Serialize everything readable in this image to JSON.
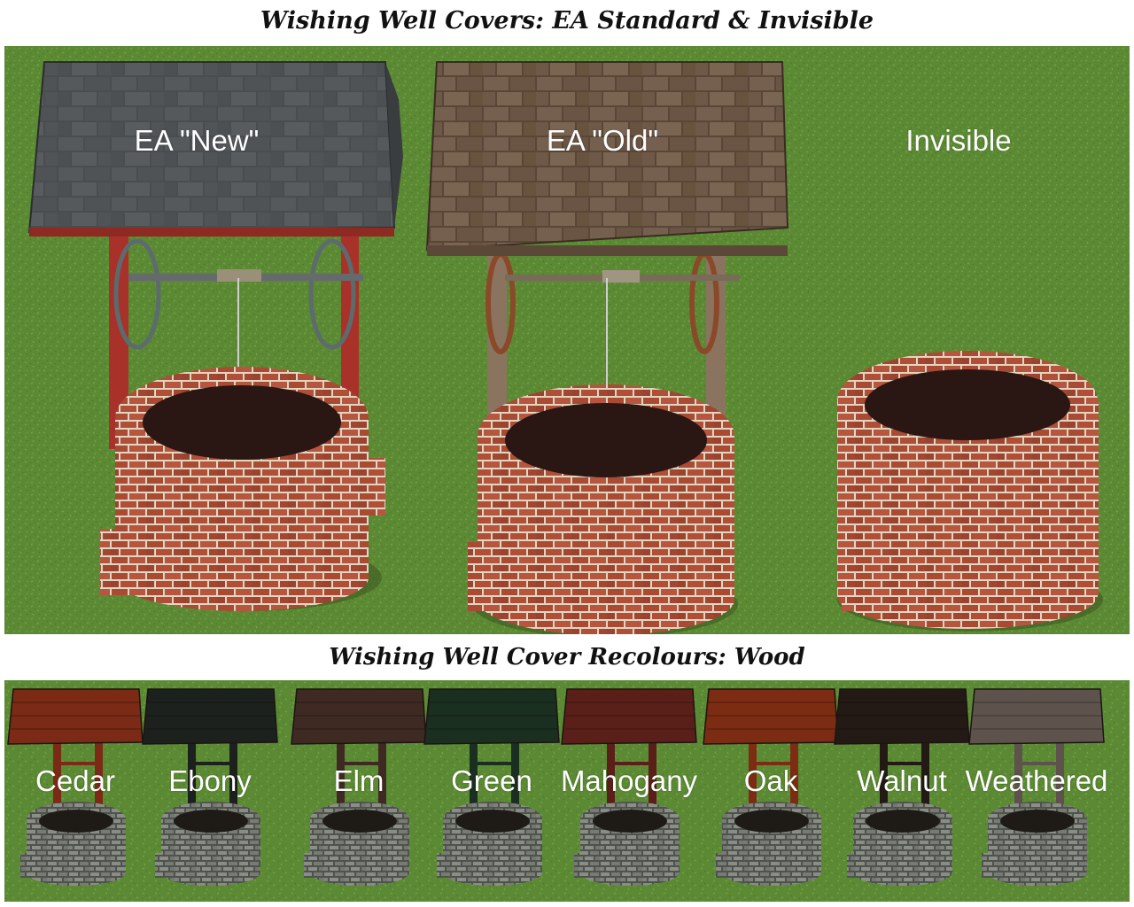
{
  "titles": {
    "top": "Wishing Well Covers: EA Standard & Invisible",
    "bottom": "Wishing Well Cover Recolours: Wood"
  },
  "main_wells": [
    {
      "label": "EA \"New\"",
      "roof_color": "#4a4d50",
      "post_color": "#a8322a",
      "has_cover": true
    },
    {
      "label": "EA \"Old\"",
      "roof_color": "#6b5544",
      "post_color": "#8a7460",
      "has_cover": true
    },
    {
      "label": "Invisible",
      "has_cover": false
    }
  ],
  "recolours": [
    {
      "label": "Cedar",
      "color": "#7a2a15"
    },
    {
      "label": "Ebony",
      "color": "#1d211d"
    },
    {
      "label": "Elm",
      "color": "#3e2a22"
    },
    {
      "label": "Green",
      "color": "#1b2f20"
    },
    {
      "label": "Mahogany",
      "color": "#5a1f19"
    },
    {
      "label": "Oak",
      "color": "#7b2c12"
    },
    {
      "label": "Walnut",
      "color": "#241a15"
    },
    {
      "label": "Weathered",
      "color": "#5e524c"
    }
  ],
  "colors": {
    "grass": "#5c8a34",
    "brick": "#a84a34",
    "stone": "#7d807a"
  }
}
